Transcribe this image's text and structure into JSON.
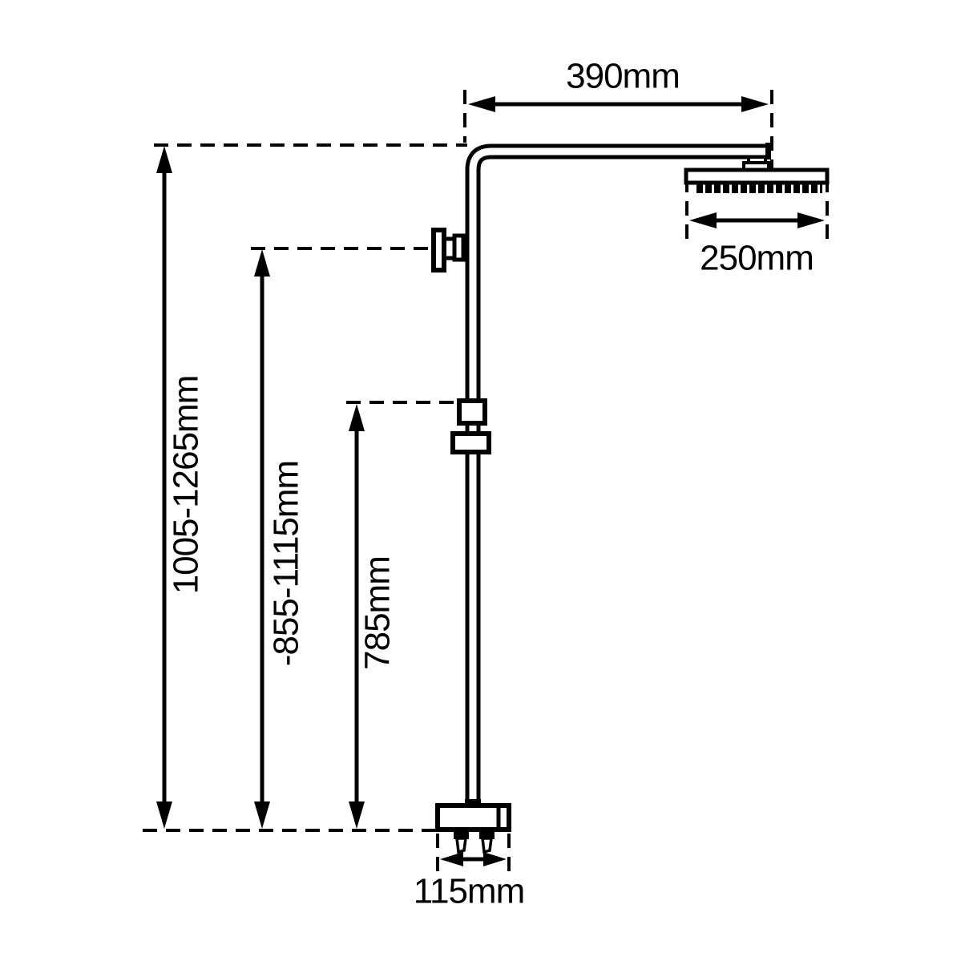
{
  "diagram": {
    "type": "technical-dimension-drawing",
    "subject": "wall-mounted shower rail set with overhead square shower head",
    "background_color": "#ffffff",
    "line_color": "#000000",
    "labels": {
      "arm_reach": "390mm",
      "head_width": "250mm",
      "overall_height": "1005-1265mm",
      "diverter_height": "-855-1115mm",
      "rail_height": "785mm",
      "base_width": "115mm"
    }
  }
}
